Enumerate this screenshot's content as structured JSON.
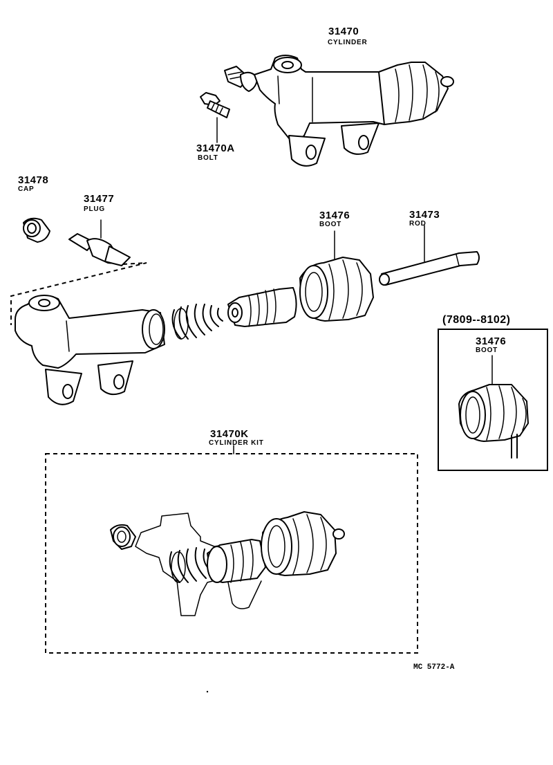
{
  "parts": {
    "cylinder": {
      "number": "31470",
      "name": "CYLINDER"
    },
    "bolt": {
      "number": "31470A",
      "name": "BOLT"
    },
    "cap": {
      "number": "31478",
      "name": "CAP"
    },
    "plug": {
      "number": "31477",
      "name": "PLUG"
    },
    "boot": {
      "number": "31476",
      "name": "BOOT"
    },
    "rod": {
      "number": "31473",
      "name": "ROD"
    },
    "cylinder_kit": {
      "number": "31470K",
      "name": "CYLINDER KIT"
    }
  },
  "variant_box": {
    "date_range": "(7809--8102)",
    "number": "31476",
    "name": "BOOT"
  },
  "drawing_code": "MC 5772-A"
}
